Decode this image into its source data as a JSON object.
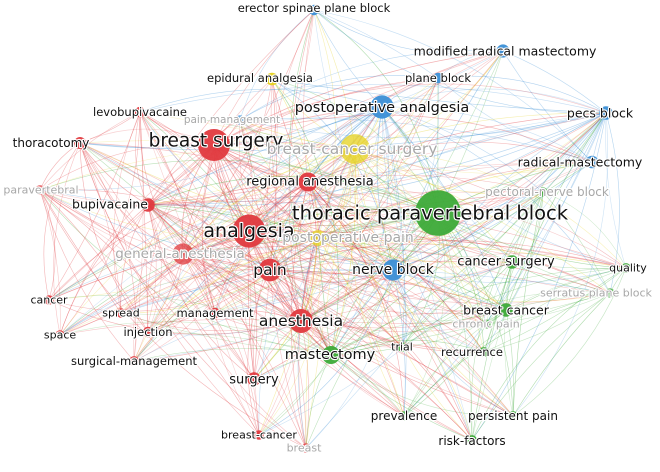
{
  "colors": {
    "red": "#e0393e",
    "green": "#3daa38",
    "blue": "#3b8fd6",
    "yellow": "#e5d11e",
    "label": "#111111",
    "faded": "#a8a8a8",
    "background": "#ffffff"
  },
  "nodes": [
    {
      "id": "erector-spinae-plane-block",
      "label": "erector spinae plane block",
      "cluster": "blue",
      "weight": 1
    },
    {
      "id": "modified-radical-mastectomy",
      "label": "modified radical mastectomy",
      "cluster": "blue",
      "weight": 1.5
    },
    {
      "id": "plane-block",
      "label": "plane block",
      "cluster": "blue",
      "weight": 1
    },
    {
      "id": "epidural-analgesia",
      "label": "epidural analgesia",
      "cluster": "yellow",
      "weight": 1.4
    },
    {
      "id": "levobupivacaine",
      "label": "levobupivacaine",
      "cluster": "red",
      "weight": 1
    },
    {
      "id": "pain-management",
      "label": "pain management",
      "cluster": "blue",
      "weight": 0.8,
      "faded": true
    },
    {
      "id": "postoperative-analgesia",
      "label": "postoperative analgesia",
      "cluster": "blue",
      "weight": 3.4
    },
    {
      "id": "pecs-block",
      "label": "pecs block",
      "cluster": "blue",
      "weight": 1.6
    },
    {
      "id": "thoracotomy",
      "label": "thoracotomy",
      "cluster": "red",
      "weight": 1.3
    },
    {
      "id": "breast-surgery",
      "label": "breast surgery",
      "cluster": "red",
      "weight": 5
    },
    {
      "id": "breast-cancer-surgery",
      "label": "breast-cancer surgery",
      "cluster": "yellow",
      "weight": 4.6,
      "faded": true
    },
    {
      "id": "radical-mastectomy",
      "label": "radical-mastectomy",
      "cluster": "blue",
      "weight": 1.4
    },
    {
      "id": "paravertebral",
      "label": "paravertebral",
      "cluster": "red",
      "weight": 0.9,
      "faded": true
    },
    {
      "id": "regional-anesthesia",
      "label": "regional anesthesia",
      "cluster": "red",
      "weight": 2.6
    },
    {
      "id": "pectoral-nerve-block",
      "label": "pectoral-nerve block",
      "cluster": "green",
      "weight": 0.8,
      "faded": true
    },
    {
      "id": "bupivacaine",
      "label": "bupivacaine",
      "cluster": "red",
      "weight": 1.6
    },
    {
      "id": "thoracic-paravertebral-block",
      "label": "thoracic paravertebral block",
      "cluster": "green",
      "weight": 7.5
    },
    {
      "id": "analgesia",
      "label": "analgesia",
      "cluster": "red",
      "weight": 5.2
    },
    {
      "id": "postoperative-pain",
      "label": "postoperative pain",
      "cluster": "yellow",
      "weight": 2,
      "faded": true
    },
    {
      "id": "general-anesthesia",
      "label": "general-anesthesia",
      "cluster": "red",
      "weight": 3,
      "faded": true
    },
    {
      "id": "pain",
      "label": "pain",
      "cluster": "red",
      "weight": 3.3
    },
    {
      "id": "nerve-block",
      "label": "nerve block",
      "cluster": "blue",
      "weight": 3
    },
    {
      "id": "cancer-surgery",
      "label": "cancer surgery",
      "cluster": "green",
      "weight": 1.6
    },
    {
      "id": "quality",
      "label": "quality",
      "cluster": "green",
      "weight": 0.9
    },
    {
      "id": "serratus-plane-block",
      "label": "serratus plane block",
      "cluster": "green",
      "weight": 0.8,
      "faded": true
    },
    {
      "id": "cancer",
      "label": "cancer",
      "cluster": "red",
      "weight": 0.8
    },
    {
      "id": "spread",
      "label": "spread",
      "cluster": "red",
      "weight": 0.8
    },
    {
      "id": "management",
      "label": "management",
      "cluster": "red",
      "weight": 1
    },
    {
      "id": "anesthesia",
      "label": "anesthesia",
      "cluster": "red",
      "weight": 3.5
    },
    {
      "id": "breast-cancer",
      "label": "breast cancer",
      "cluster": "green",
      "weight": 1.6
    },
    {
      "id": "chronic-pain",
      "label": "chronic pain",
      "cluster": "green",
      "weight": 0.8,
      "faded": true
    },
    {
      "id": "space",
      "label": "space",
      "cluster": "red",
      "weight": 0.8
    },
    {
      "id": "injection",
      "label": "injection",
      "cluster": "red",
      "weight": 1
    },
    {
      "id": "trial",
      "label": "trial",
      "cluster": "green",
      "weight": 0.8
    },
    {
      "id": "recurrence",
      "label": "recurrence",
      "cluster": "green",
      "weight": 0.9
    },
    {
      "id": "mastectomy",
      "label": "mastectomy",
      "cluster": "green",
      "weight": 2.4
    },
    {
      "id": "surgical-management",
      "label": "surgical-management",
      "cluster": "red",
      "weight": 0.9
    },
    {
      "id": "surgery",
      "label": "surgery",
      "cluster": "red",
      "weight": 1.6
    },
    {
      "id": "prevalence",
      "label": "prevalence",
      "cluster": "green",
      "weight": 0.8
    },
    {
      "id": "persistent-pain",
      "label": "persistent pain",
      "cluster": "green",
      "weight": 0.9
    },
    {
      "id": "risk-factors",
      "label": "risk-factors",
      "cluster": "green",
      "weight": 0.9
    },
    {
      "id": "breast-cancer-2",
      "label": "breast-cancer",
      "cluster": "red",
      "weight": 0.8
    },
    {
      "id": "breast",
      "label": "breast",
      "cluster": "red",
      "weight": 0.8,
      "faded": true
    }
  ]
}
